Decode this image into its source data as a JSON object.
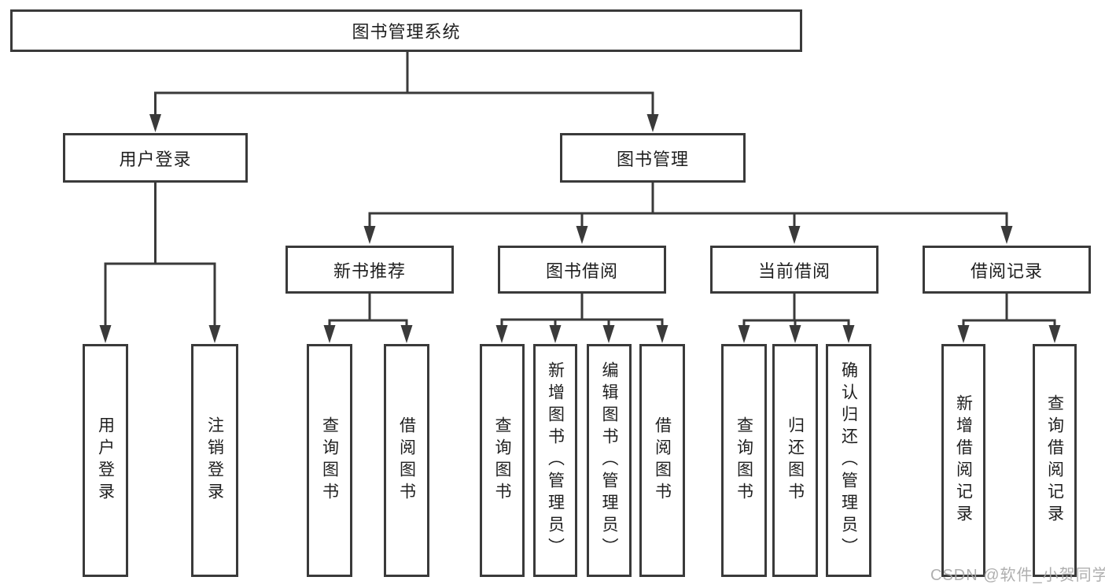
{
  "diagram": {
    "type": "hierarchy-tree",
    "root": {
      "label": "图书管理系统"
    },
    "level2": [
      {
        "label": "用户登录",
        "parent": "图书管理系统"
      },
      {
        "label": "图书管理",
        "parent": "图书管理系统"
      }
    ],
    "level3": [
      {
        "label": "新书推荐",
        "parent": "图书管理"
      },
      {
        "label": "图书借阅",
        "parent": "图书管理"
      },
      {
        "label": "当前借阅",
        "parent": "图书管理"
      },
      {
        "label": "借阅记录",
        "parent": "图书管理"
      }
    ],
    "leaves": [
      {
        "label": "用户登录",
        "parent": "用户登录"
      },
      {
        "label": "注销登录",
        "parent": "用户登录"
      },
      {
        "label": "查询图书",
        "parent": "新书推荐"
      },
      {
        "label": "借阅图书",
        "parent": "新书推荐"
      },
      {
        "label": "查询图书",
        "parent": "图书借阅"
      },
      {
        "label": "新增图书（管理员）",
        "parent": "图书借阅"
      },
      {
        "label": "编辑图书（管理员）",
        "parent": "图书借阅"
      },
      {
        "label": "借阅图书",
        "parent": "图书借阅"
      },
      {
        "label": "查询图书",
        "parent": "当前借阅"
      },
      {
        "label": "归还图书",
        "parent": "当前借阅"
      },
      {
        "label": "确认归还（管理员）",
        "parent": "当前借阅"
      },
      {
        "label": "新增借阅记录",
        "parent": "借阅记录"
      },
      {
        "label": "查询借阅记录",
        "parent": "借阅记录"
      }
    ],
    "watermark": "CSDN @软件_小贺同学",
    "colors": {
      "line": "#3a3a3a",
      "border": "#3a3a3a",
      "text": "#1f1f1f",
      "watermark": "#a8a8a8",
      "background": "#ffffff"
    }
  }
}
